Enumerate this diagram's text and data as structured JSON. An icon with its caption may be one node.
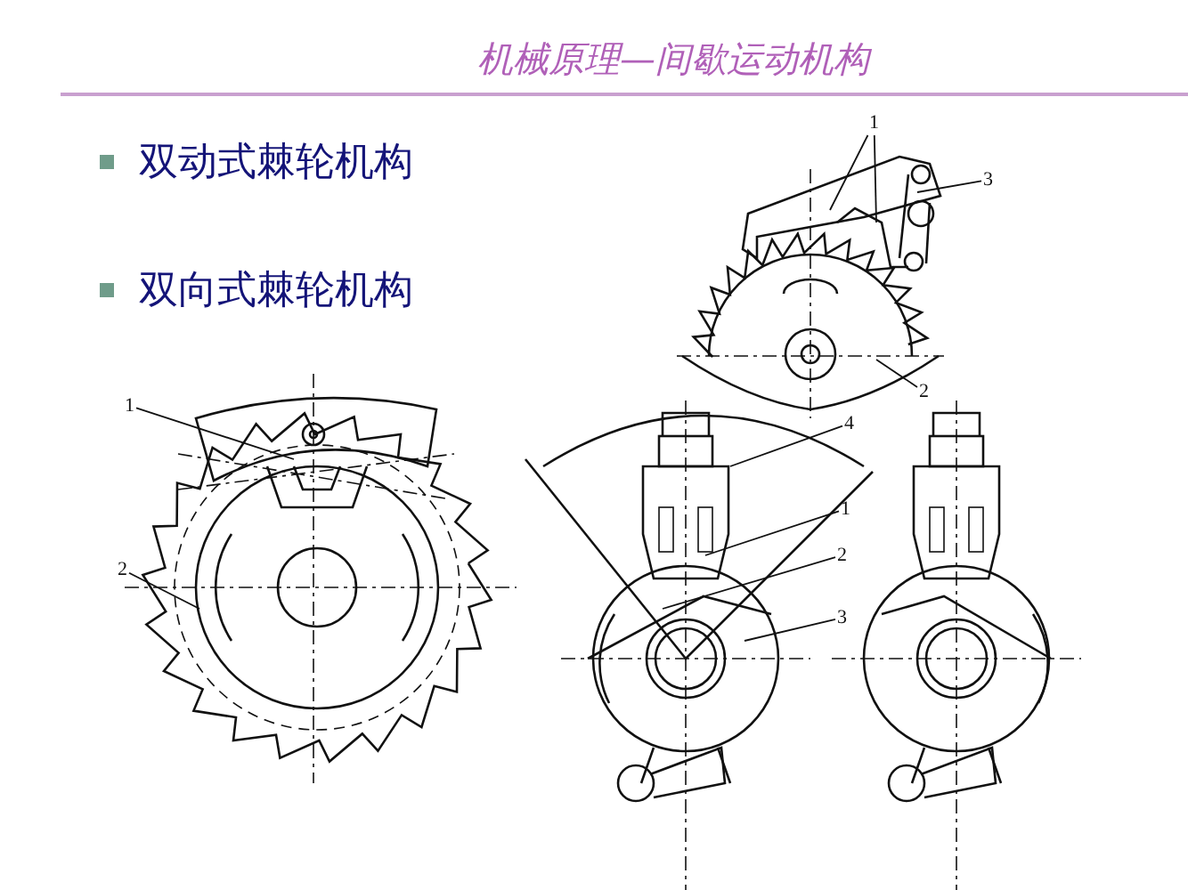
{
  "diagram": {
    "title": "机械原理—间歇运动机构",
    "nodes": [
      {
        "text": [
          "1"
        ]
      },
      {
        "text": [
          "3"
        ]
      },
      {
        "text": [
          "2"
        ]
      },
      {
        "text": [
          "1"
        ]
      },
      {
        "text": [
          "2"
        ]
      },
      {
        "text": [
          "4"
        ]
      },
      {
        "text": [
          "1"
        ]
      },
      {
        "text": [
          "2"
        ]
      },
      {
        "text": [
          "3"
        ]
      }
    ],
    "edges": [
      {
        "from": 0,
        "to": null,
        "arrow": "none"
      },
      {
        "from": 0,
        "to": null,
        "arrow": "none"
      },
      {
        "from": 1,
        "to": null,
        "arrow": "none"
      },
      {
        "from": 2,
        "to": null,
        "arrow": "none"
      },
      {
        "from": 3,
        "to": null,
        "arrow": "none"
      },
      {
        "from": 4,
        "to": null,
        "arrow": "none"
      },
      {
        "from": 5,
        "to": null,
        "arrow": "none"
      },
      {
        "from": 6,
        "to": null,
        "arrow": "none"
      },
      {
        "from": 7,
        "to": null,
        "arrow": "none"
      },
      {
        "from": 8,
        "to": null,
        "arrow": "none"
      }
    ],
    "labels": [
      "双动式棘轮机构",
      "双向式棘轮机构"
    ]
  }
}
